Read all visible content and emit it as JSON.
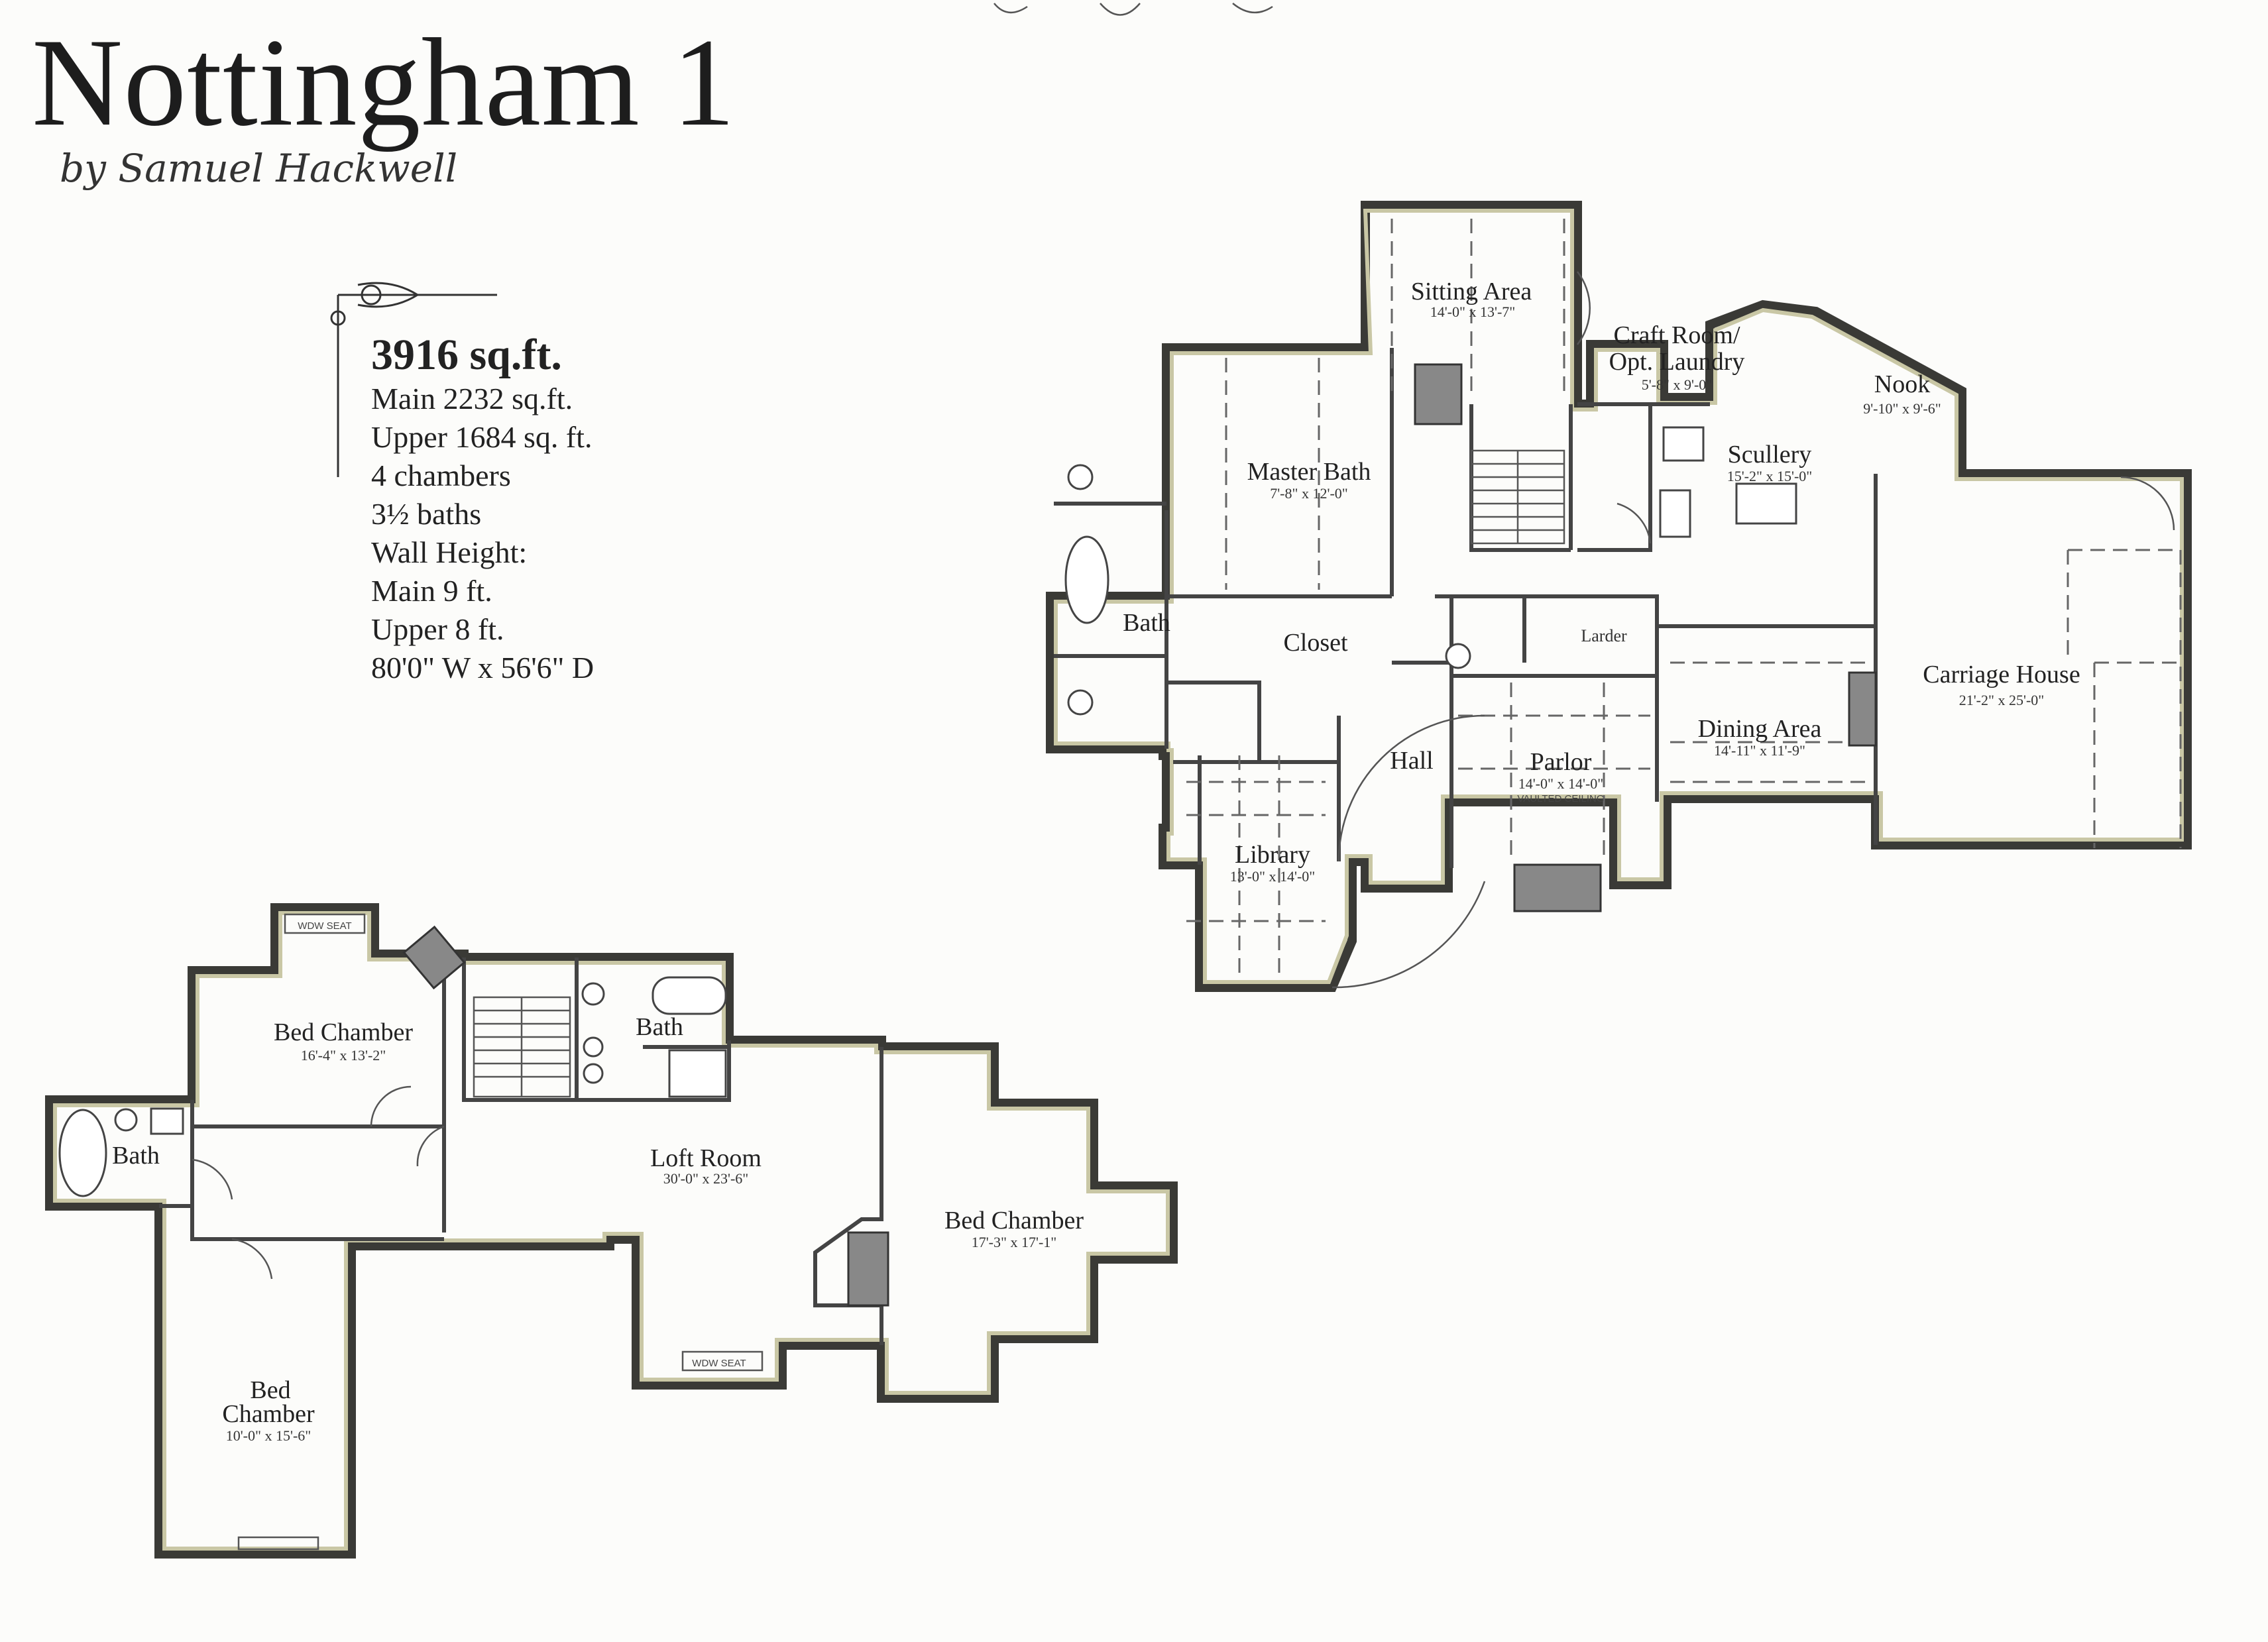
{
  "header": {
    "title": "Nottingham 1",
    "byline": "by Samuel Hackwell"
  },
  "stats": {
    "total": "3916 sq.ft.",
    "main": "Main 2232 sq.ft.",
    "upper": "Upper 1684 sq. ft.",
    "chambers": "4 chambers",
    "baths": "3½ baths",
    "wall_height": "Wall Height:",
    "wall_main": "Main 9 ft.",
    "wall_upper": "Upper 8 ft.",
    "footprint": "80'0\" W x 56'6\" D"
  },
  "main_floor": {
    "sitting": {
      "name": "Sitting Area",
      "dim": "14'-0\" x 13'-7\""
    },
    "craft": {
      "name1": "Craft Room/",
      "name2": "Opt. Laundry",
      "dim": "5'-8\" x 9'-0\""
    },
    "nook": {
      "name": "Nook",
      "dim": "9'-10\" x 9'-6\""
    },
    "master_bath": {
      "name": "Master Bath",
      "dim": "7'-8\" x 12'-0\""
    },
    "scullery": {
      "name": "Scullery",
      "dim": "15'-2\" x 15'-0\""
    },
    "bath": {
      "name": "Bath"
    },
    "closet": {
      "name": "Closet"
    },
    "larder": {
      "name": "Larder"
    },
    "carriage": {
      "name": "Carriage House",
      "dim": "21'-2\" x 25'-0\""
    },
    "dining": {
      "name": "Dining Area",
      "dim": "14'-11\" x 11'-9\""
    },
    "hall": {
      "name": "Hall"
    },
    "parlor": {
      "name": "Parlor",
      "dim": "14'-0\" x 14'-0\"",
      "note": "VAULTED CEILING"
    },
    "library": {
      "name": "Library",
      "dim": "13'-0\" x 14'-0\""
    }
  },
  "upper_floor": {
    "bed1": {
      "name": "Bed Chamber",
      "dim": "16'-4\" x 13'-2\""
    },
    "bath_top": {
      "name": "Bath"
    },
    "bath_left": {
      "name": "Bath"
    },
    "loft": {
      "name": "Loft Room",
      "dim": "30'-0\" x 23'-6\""
    },
    "bed2": {
      "name": "Bed Chamber",
      "dim": "17'-3\" x 17'-1\""
    },
    "bed3": {
      "name1": "Bed",
      "name2": "Chamber",
      "dim": "10'-0\" x 15'-6\""
    },
    "wdw_seat": "WDW SEAT"
  }
}
